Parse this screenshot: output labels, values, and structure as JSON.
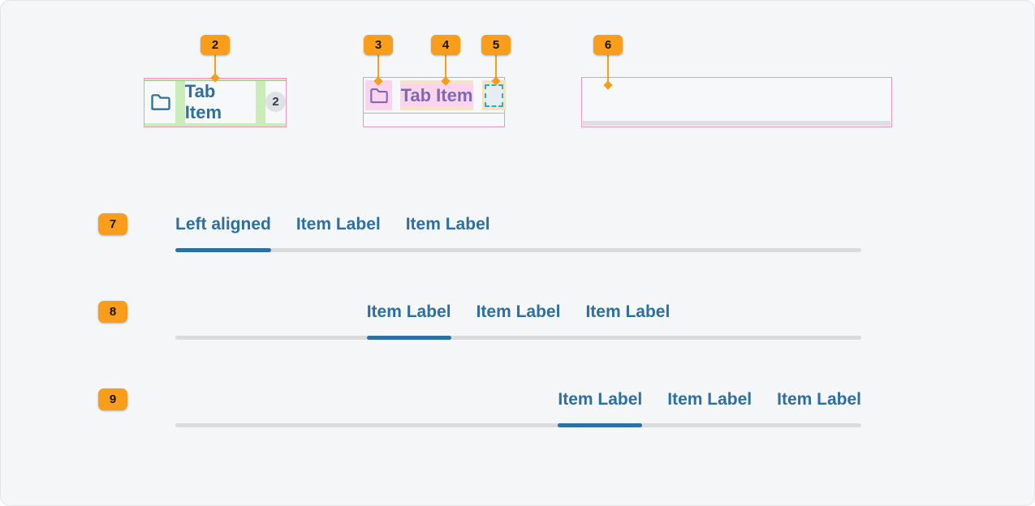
{
  "colors": {
    "canvas_bg": "#f4f6f8",
    "annotation_orange": "#f99d1b",
    "outline_pink": "#f293c1",
    "spacing_green": "#c9ecb8",
    "highlight_pink": "#fbd3ee",
    "padding_peach": "#f6e3c3",
    "focus_dashed_teal": "#2aaad6",
    "focus_fill": "#e6eef4",
    "tab_blue": "#2d6f9e",
    "icon_purple": "#7a6cb4",
    "track_gray": "#d9dbdd",
    "counter_badge_bg": "#dfe2e5",
    "container_track_gray": "#dcdee1"
  },
  "anatomy": {
    "spacing_example": {
      "marker": "2",
      "icon": "folder-icon",
      "label": "Tab Item",
      "counter": "2"
    },
    "parts_example": {
      "icon_marker": "3",
      "label_marker": "4",
      "focus_marker": "5",
      "icon": "folder-icon",
      "label": "Tab Item"
    },
    "container_example": {
      "marker": "6"
    }
  },
  "tab_bars": [
    {
      "marker": "7",
      "alignment": "left",
      "items": [
        {
          "label": "Left aligned",
          "active": true
        },
        {
          "label": "Item Label",
          "active": false
        },
        {
          "label": "Item Label",
          "active": false
        }
      ]
    },
    {
      "marker": "8",
      "alignment": "center",
      "items": [
        {
          "label": "Item Label",
          "active": true
        },
        {
          "label": "Item Label",
          "active": false
        },
        {
          "label": "Item Label",
          "active": false
        }
      ]
    },
    {
      "marker": "9",
      "alignment": "right",
      "items": [
        {
          "label": "Item Label",
          "active": true
        },
        {
          "label": "Item Label",
          "active": false
        },
        {
          "label": "Item Label",
          "active": false
        }
      ]
    }
  ]
}
